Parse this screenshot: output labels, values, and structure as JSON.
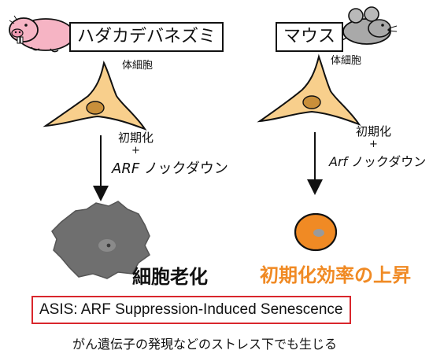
{
  "left": {
    "species": "ハダカデバネズミ",
    "cell_label": "体細胞",
    "condition_line1": "初期化",
    "condition_plus": "+",
    "condition_gene": "ARF",
    "condition_action": "ノックダウン",
    "result": "細胞老化"
  },
  "right": {
    "species": "マウス",
    "cell_label": "体細胞",
    "condition_line1": "初期化",
    "condition_plus": "+",
    "condition_gene": "Arf",
    "condition_action": "ノックダウン",
    "result": "初期化効率の上昇"
  },
  "asis": "ASIS: ARF Suppression-Induced Senescence",
  "footer": "がん遺伝子の発現などのストレス下でも生じる",
  "colors": {
    "cell_fill": "#f8cf8c",
    "cell_nucleus": "#c98f3a",
    "senescent_cell": "#6f6f6f",
    "ips_cell": "#f08a24",
    "accent_orange": "#f08a24",
    "asis_border": "#d9262c",
    "mole_rat_pink": "#f6b4c4",
    "mouse_gray": "#a9a9a9"
  }
}
